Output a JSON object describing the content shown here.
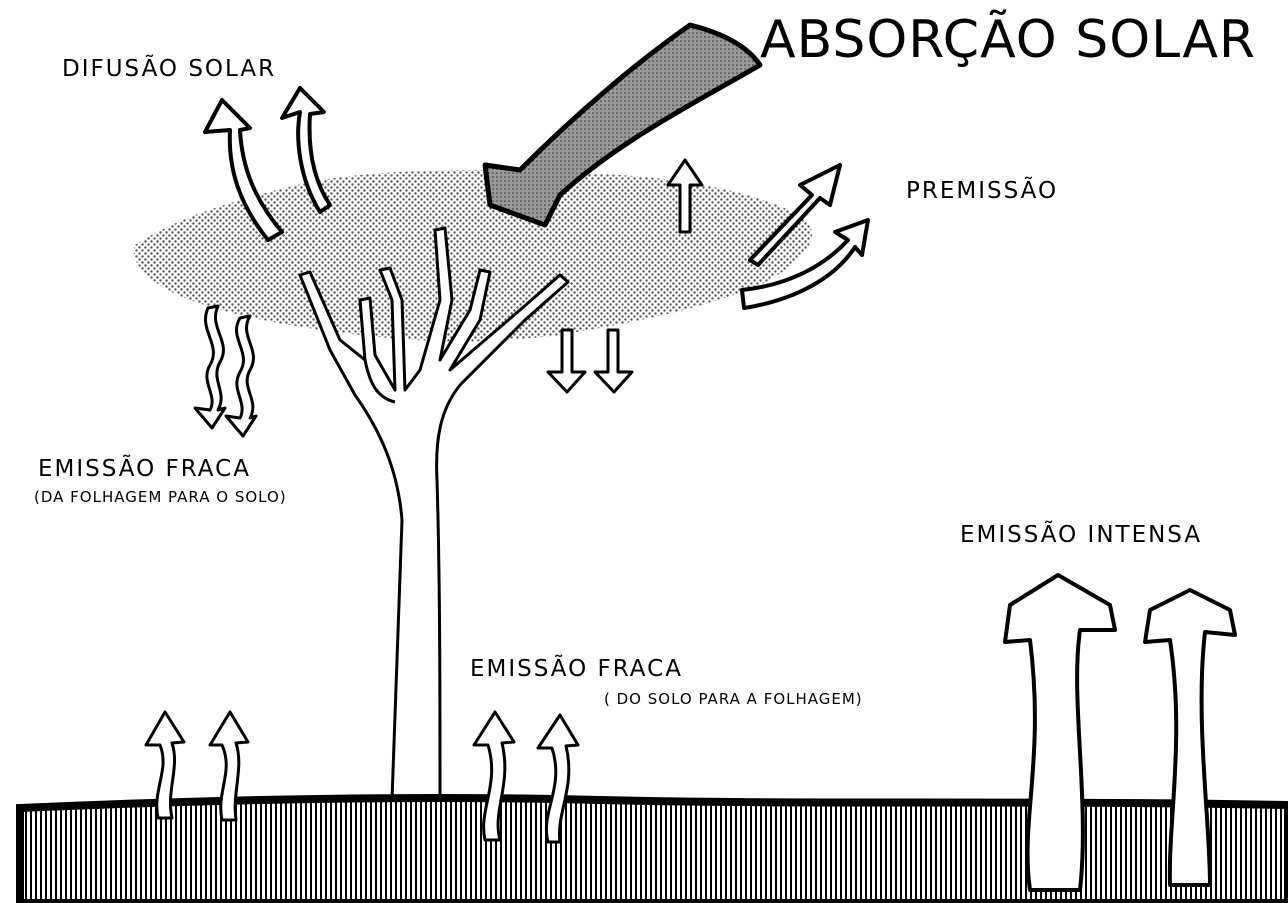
{
  "labels": {
    "solar_absorption": "ABSORÇÃO SOLAR",
    "solar_diffusion": "DIFUSÃO SOLAR",
    "premission": "PREMISSÃO",
    "weak_emission_foliage": "EMISSÃO FRACA",
    "weak_emission_foliage_note": "(DA FOLHAGEM PARA O SOLO)",
    "weak_emission_ground": "EMISSÃO FRACA",
    "weak_emission_ground_note": "( DO SOLO PARA A FOLHAGEM)",
    "strong_emission": "EMISSÃO INTENSA"
  },
  "colors": {
    "ink": "#000000",
    "paper": "#ffffff",
    "shading": "#8c8c8c"
  }
}
